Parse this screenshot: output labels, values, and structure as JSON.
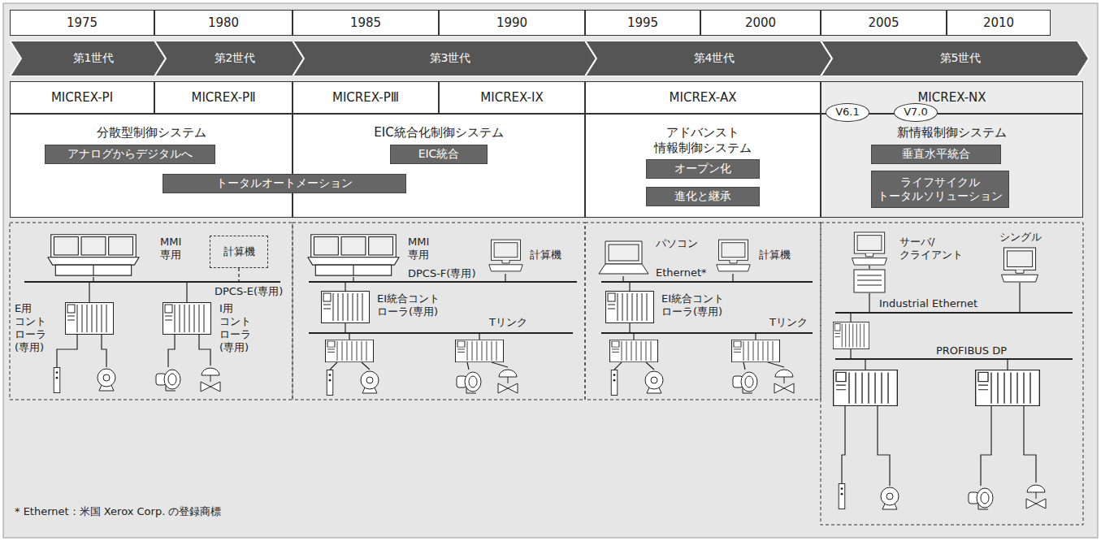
{
  "diagram": {
    "nodes": [
      {
        "text": [
          "1975"
        ]
      },
      {
        "text": [
          "1980"
        ]
      },
      {
        "text": [
          "1985"
        ]
      },
      {
        "text": [
          "1990"
        ]
      },
      {
        "text": [
          "1995"
        ]
      },
      {
        "text": [
          "2000"
        ]
      },
      {
        "text": [
          "2005"
        ]
      },
      {
        "text": [
          "2010"
        ]
      },
      {
        "text": [
          "第1世代"
        ]
      },
      {
        "text": [
          "第2世代"
        ]
      },
      {
        "text": [
          "第3世代"
        ]
      },
      {
        "text": [
          "第4世代"
        ]
      },
      {
        "text": [
          "第5世代"
        ]
      },
      {
        "text": [
          "MICREX-PI"
        ]
      },
      {
        "text": [
          "MICREX-PⅡ"
        ]
      },
      {
        "text": [
          "MICREX-PⅢ"
        ]
      },
      {
        "text": [
          "MICREX-IX"
        ]
      },
      {
        "text": [
          "MICREX-AX"
        ]
      },
      {
        "text": [
          "MICREX-NX"
        ]
      },
      {
        "text": [
          "V6.1"
        ]
      },
      {
        "text": [
          "V7.0"
        ]
      },
      {
        "text": [
          "分散型制御システム"
        ]
      },
      {
        "text": [
          "アナログからデジタルへ"
        ],
        "in": 21
      },
      {
        "text": [
          "トータルオートメーション"
        ]
      },
      {
        "text": [
          "EIC統合化制御システム"
        ]
      },
      {
        "text": [
          "EIC統合"
        ],
        "in": 24
      },
      {
        "text": [
          "アドバンスト 情報制御システム"
        ]
      },
      {
        "text": [
          "オープン化"
        ],
        "in": 26
      },
      {
        "text": [
          "進化と継承"
        ],
        "in": 26
      },
      {
        "text": [
          "新情報制御システム"
        ]
      },
      {
        "text": [
          "垂直水平統合"
        ],
        "in": 29
      },
      {
        "text": [
          "ライフサイクル トータルソリューション"
        ],
        "in": 29
      },
      {
        "text": [
          "計算機"
        ]
      }
    ],
    "labels": [
      "MMI 専用",
      "DPCS-E(専用)",
      "E用 コント ローラ (専用)",
      "I用 コント ローラ (専用)",
      "MMI 専用",
      "計算機",
      "DPCS-F(専用)",
      "EI統合コント ローラ(専用)",
      "Tリンク",
      "パソコン",
      "計算機",
      "Ethernet*",
      "EI統合コント ローラ(専用)",
      "Tリンク",
      "サーバ/ クライアント",
      "シングル",
      "Industrial Ethernet",
      "PROFIBUS DP",
      "* Ethernet：米国 Xerox Corp. の登録商標"
    ]
  }
}
